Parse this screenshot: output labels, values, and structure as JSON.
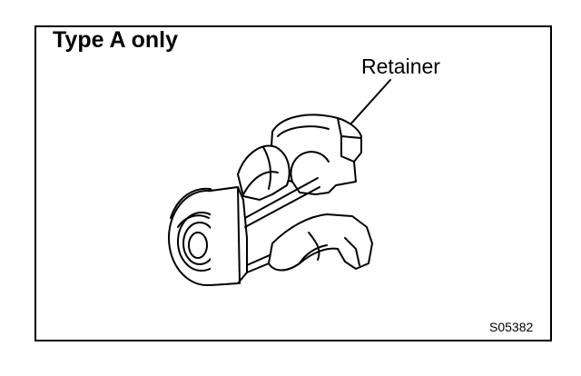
{
  "heading": "Type A only",
  "callout_label": "Retainer",
  "figure_code": "S05382"
}
